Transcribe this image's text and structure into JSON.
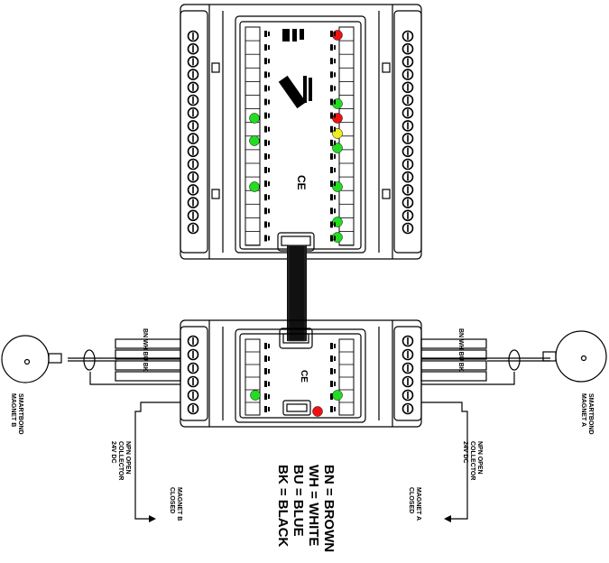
{
  "labels": {
    "magnet_b": [
      "SMARTBOND",
      "MAGNET B"
    ],
    "magnet_a": [
      "SMARTBOND",
      "MAGNET A"
    ],
    "npn_left": [
      "NPN OPEN",
      "COLLECTOR",
      "24V DC"
    ],
    "npn_right": [
      "NPN OPEN",
      "COLLECTOR",
      "24V DC"
    ],
    "closed_b": [
      "MAGNET B",
      "CLOSED"
    ],
    "closed_a": [
      "MAGNET A",
      "CLOSED"
    ],
    "wire_colors_left": "BN WH BU BK",
    "wire_colors_right": "BN WH BU BK"
  },
  "legend": [
    "BN = BROWN",
    "WH = WHITE",
    "BU = BLUE",
    "BK = BLACK"
  ],
  "led_colors": {
    "green": "#22dd22",
    "red": "#ee1111",
    "yellow": "#eeee22"
  }
}
